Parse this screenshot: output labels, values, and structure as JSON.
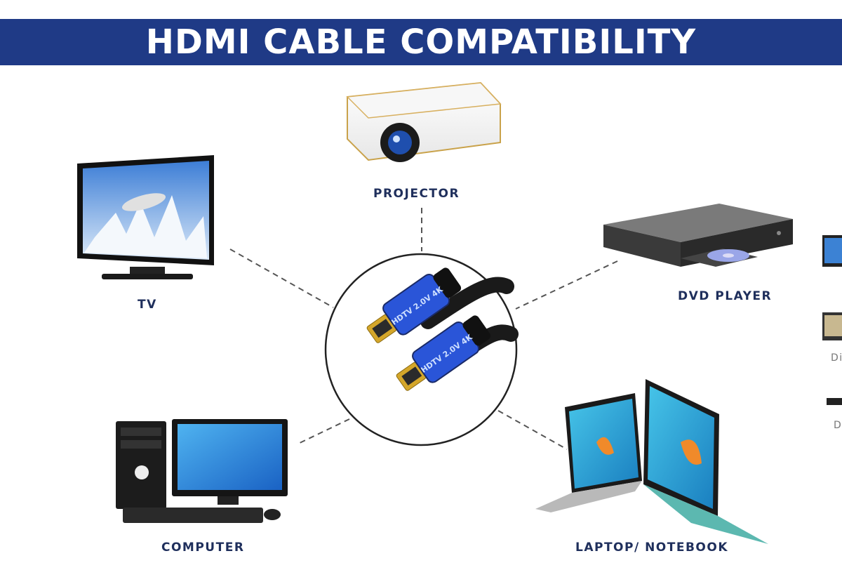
{
  "title": "HDMI CABLE COMPATIBILITY",
  "colors": {
    "banner": "#1f3a86",
    "label": "#1f2f5c",
    "connector_blue": "#2a55d8",
    "connector_gold": "#d4a62a",
    "cable": "#1a1a1a"
  },
  "hub": {
    "connector_text": "HDTV 2.0V 4K"
  },
  "devices": {
    "projector": {
      "label": "PROJECTOR"
    },
    "tv": {
      "label": "TV"
    },
    "dvd": {
      "label": "DVD PLAYER"
    },
    "computer": {
      "label": "COMPUTER"
    },
    "laptop": {
      "label": "LAPTOP/ NOTEBOOK"
    }
  },
  "right_edge_fragments": [
    "Di",
    "D"
  ]
}
